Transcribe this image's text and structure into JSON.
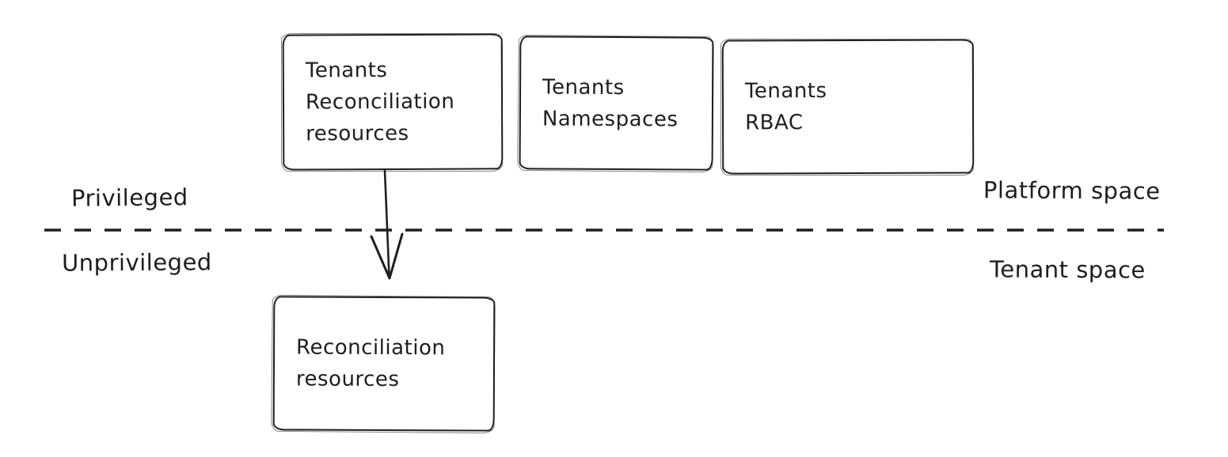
{
  "diagram": {
    "boxes": [
      {
        "id": "tenants-reconciliation-resources",
        "label": "Tenants\nReconciliation\nresources"
      },
      {
        "id": "tenants-namespaces",
        "label": "Tenants\nNamespaces"
      },
      {
        "id": "tenants-rbac",
        "label": "Tenants\nRBAC"
      },
      {
        "id": "reconciliation-resources",
        "label": "Reconciliation\nresources"
      }
    ],
    "zone_labels": {
      "privileged": "Privileged",
      "unprivileged": "Unprivileged",
      "platform_space": "Platform space",
      "tenant_space": "Tenant space"
    },
    "connections": [
      {
        "from": "tenants-reconciliation-resources",
        "to": "reconciliation-resources",
        "type": "arrow-down"
      }
    ],
    "boundary": {
      "style": "dashed",
      "separates": [
        "Privileged / Platform space",
        "Unprivileged / Tenant space"
      ]
    },
    "colors": {
      "stroke": "#1e1e1e",
      "background": "#ffffff"
    }
  }
}
